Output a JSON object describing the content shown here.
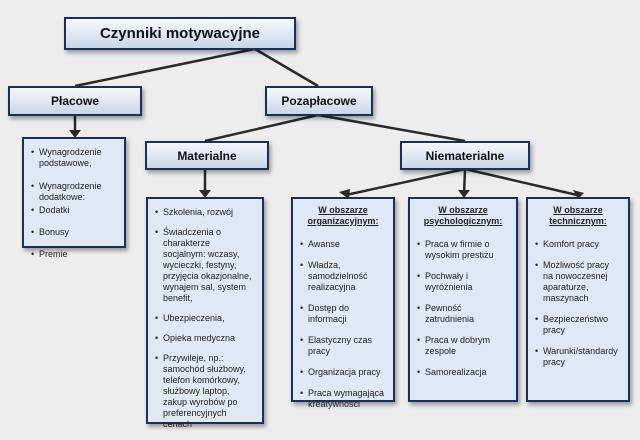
{
  "root": "Czynniki motywacyjne",
  "level1": {
    "left": "Płacowe",
    "right": "Pozapłacowe"
  },
  "level2": {
    "left": "Materialne",
    "right": "Niematerialne"
  },
  "placowe_box": {
    "item1": "Wynagrodzenie podstawowe,",
    "item2": "Wynagrodzenie dodatkowe:",
    "subitems": [
      "Dodatki",
      "Bonusy",
      "Premie"
    ]
  },
  "materialne_box": {
    "items": [
      "Szkolenia, rozwój",
      "Świadczenia o charakterze socjalnym: wczasy, wycieczki, festyny, przyjęcia okazjonalne, wynajem sal, system benefit,",
      "Ubezpieczenia,",
      "Opieka medyczna",
      "Przywileje, np.: samochód służbowy, telefon komórkowy, służbowy laptop, zakup wyrobów po preferencyjnych cenach"
    ]
  },
  "org_box": {
    "title": "W obszarze organizacyjnym:",
    "items": [
      "Awanse",
      "Władza, samodzielność realizacyjna",
      "Dostęp do informacji",
      "Elastyczny czas pracy",
      "Organizacja pracy",
      "Praca wymagająca kreatywności"
    ]
  },
  "psych_box": {
    "title": "W obszarze psychologicznym:",
    "items": [
      "Praca w firmie o wysokim prestiżu",
      "Pochwały i wyróżnienia",
      "Pewność zatrudnienia",
      "Praca w dobrym zespole",
      "Samorealizacja"
    ]
  },
  "tech_box": {
    "title": "W obszarze technicznym:",
    "items": [
      "Komfort pracy",
      "Możliwość pracy na nowoczesnej aparaturze, maszynach",
      "Bezpieczeństwo pracy",
      "Warunki/standardy pracy"
    ]
  }
}
